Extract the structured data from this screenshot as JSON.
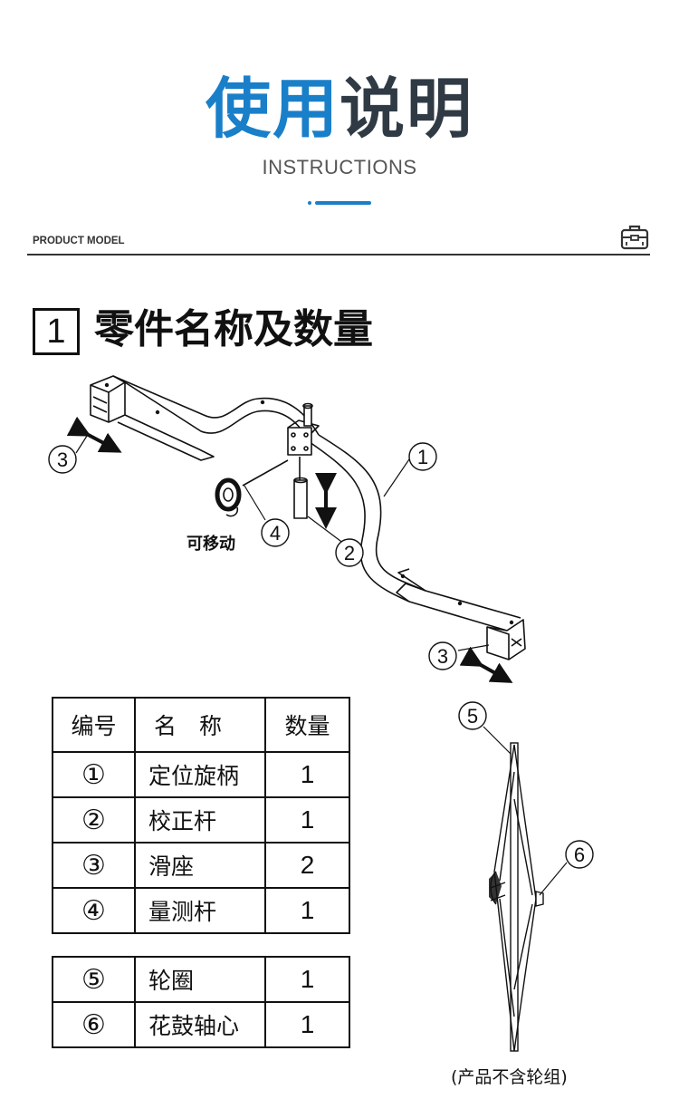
{
  "header": {
    "title_blue": "使用",
    "title_dark": "说明",
    "subtitle": "INSTRUCTIONS",
    "accent_color": "#1a7fc9",
    "product_model_label": "PRODUCT MODEL",
    "icon": "toolbox-icon"
  },
  "section": {
    "number": "1",
    "title": "零件名称及数量"
  },
  "diagram": {
    "callouts": [
      "①",
      "②",
      "③",
      "④",
      "③"
    ],
    "movable_label": "可移动"
  },
  "wheel_diagram": {
    "callouts": [
      "⑤",
      "⑥"
    ],
    "note": "(产品不含轮组)"
  },
  "table": {
    "headers": [
      "编号",
      "名　称",
      "数量"
    ],
    "rows": [
      {
        "num": "①",
        "name": "定位旋柄",
        "qty": "1"
      },
      {
        "num": "②",
        "name": "校正杆",
        "qty": "1"
      },
      {
        "num": "③",
        "name": "滑座",
        "qty": "2"
      },
      {
        "num": "④",
        "name": "量测杆",
        "qty": "1"
      }
    ],
    "rows2": [
      {
        "num": "⑤",
        "name": "轮圈",
        "qty": "1"
      },
      {
        "num": "⑥",
        "name": "花鼓轴心",
        "qty": "1"
      }
    ]
  }
}
